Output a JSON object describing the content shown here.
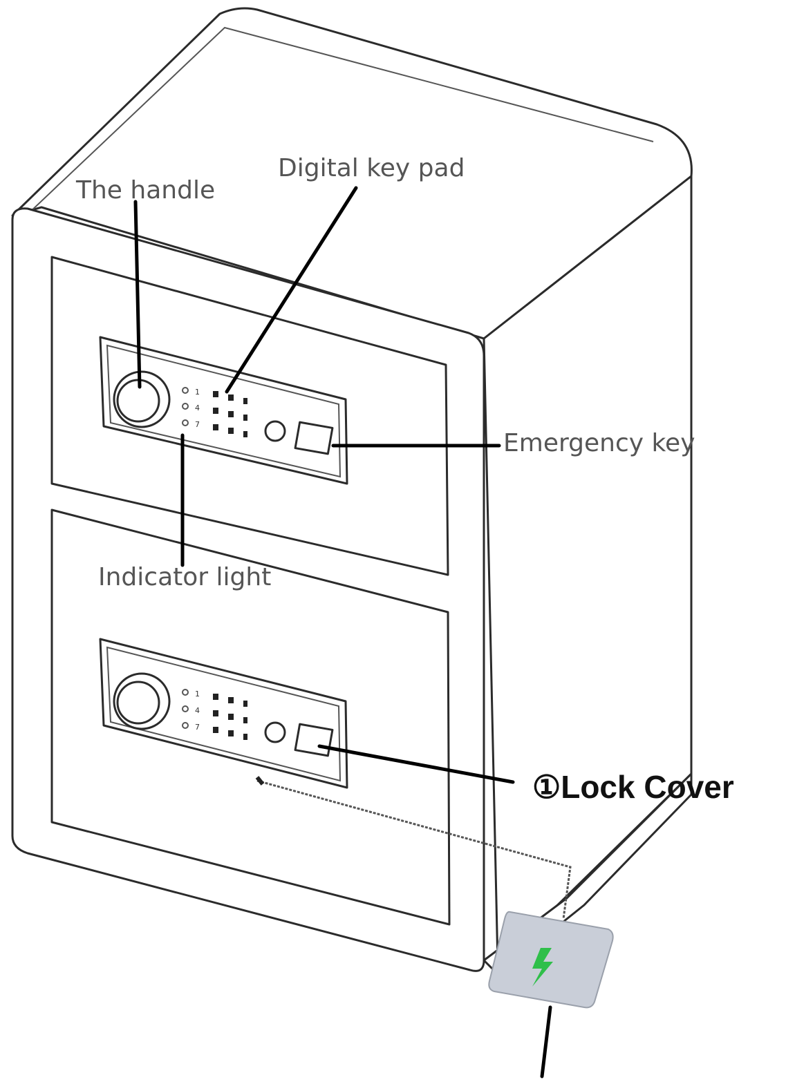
{
  "labels": {
    "handle": "The handle",
    "keypad": "Digital key pad",
    "emergency_key": "Emergency key",
    "indicator": "Indicator light",
    "lock_cover": "①Lock   Cover"
  },
  "keypad_upper": [
    "1",
    "4",
    "7"
  ],
  "keypad_lower": [
    "1",
    "4",
    "7"
  ],
  "colors": {
    "outline": "#2b2b2b",
    "leader": "#000000",
    "label_text": "#555555",
    "battery_box": "#c9ced8",
    "lightning": "#2fbf4a"
  },
  "icons": {
    "battery_symbol": "lightning-bolt-icon"
  }
}
